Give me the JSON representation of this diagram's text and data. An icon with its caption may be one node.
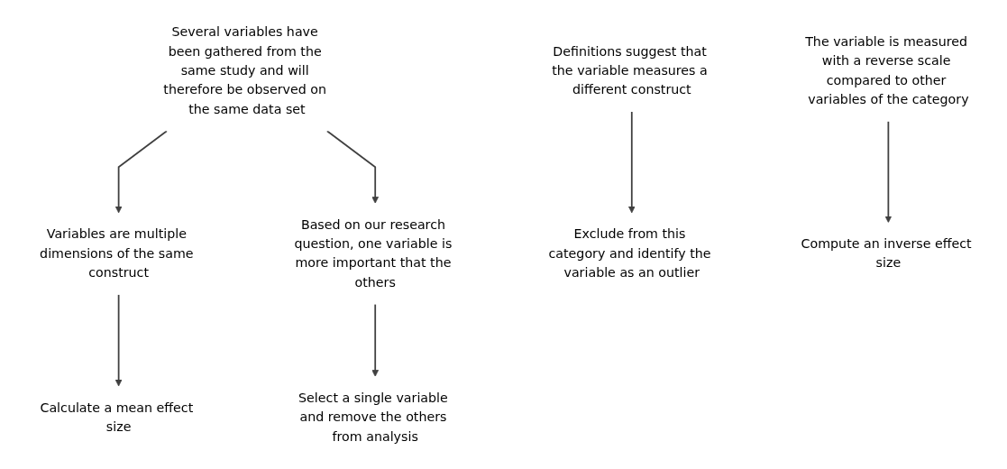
{
  "diagram": {
    "nodes": [
      {
        "text": [
          "Definitions suggest that the variable measures a different construct"
        ]
      },
      {
        "text": [
          "The variable is measured with a reverse scale compared to other variables of the category"
        ]
      },
      {
        "text": [
          "Several variables have been gathered from the same study and will therefore be observed on the same data set"
        ]
      },
      {
        "text": [
          "Variables are multiple dimensions of the same construct"
        ]
      },
      {
        "text": [
          "Based on our research question, one variable is more important that the others"
        ]
      },
      {
        "text": [
          "Exclude from this category and identify the variable as an outlier"
        ]
      },
      {
        "text": [
          "Compute an inverse effect size"
        ]
      },
      {
        "text": [
          "Calculate a mean effect size"
        ]
      },
      {
        "text": [
          "Select a single variable and remove the others from analysis"
        ]
      }
    ],
    "edges": [
      {
        "from": 0,
        "to": 5,
        "arrow": "to"
      },
      {
        "from": 1,
        "to": 6,
        "arrow": "to"
      },
      {
        "from": 2,
        "to": 3,
        "arrow": "to"
      },
      {
        "from": 2,
        "to": 4,
        "arrow": "to"
      },
      {
        "from": 3,
        "to": 7,
        "arrow": "to"
      },
      {
        "from": 4,
        "to": 8,
        "arrow": "to"
      }
    ]
  }
}
